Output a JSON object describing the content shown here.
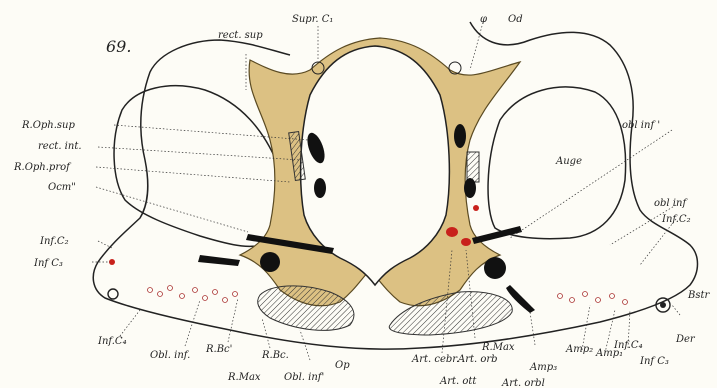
{
  "figure_number": "69.",
  "labels": {
    "rect_sup": "rect. sup",
    "supr_c1": "Supr. C₁",
    "phi": "φ",
    "od": "Od",
    "r_oph_sup": "R.Oph.sup",
    "rect_int": "rect. int.",
    "r_oph_prof": "R.Oph.prof",
    "auge": "Auge",
    "obl_inf_prime": "obl inf '",
    "obl_inf_right": "obl inf",
    "inf_c2_right": "Inf.C₂",
    "ocm": "Ocm\"",
    "inf_c2_left": "Inf.C₂",
    "inf_c3_left": "Inf C₃",
    "bstr": "Bstr",
    "inf_c4": "Inf.C₄",
    "obl_inf_left": "Obl. inf.",
    "r_bc_prime": "R.Bc'",
    "r_bc": "R.Bc.",
    "r_max_left": "R.Max",
    "obl_inf_lower": "Obl. inf'",
    "op": "Op",
    "art_cebr": "Art. cebr.",
    "art_orb": "Art. orb",
    "art_ott": "Art. ott",
    "r_max_right": "R.Max",
    "amp3": "Amp₃",
    "art_orbl": "Art. orbl",
    "amp2": "Amp₂",
    "amp1": "Amp₁",
    "inf_c4_right": "Inf.C₄",
    "inf_c3_right": "Inf C₃",
    "der": "Der"
  },
  "colors": {
    "bone": "#dcc183",
    "muscle": "#111111",
    "vessel": "#c8211b",
    "outline": "#222222"
  }
}
